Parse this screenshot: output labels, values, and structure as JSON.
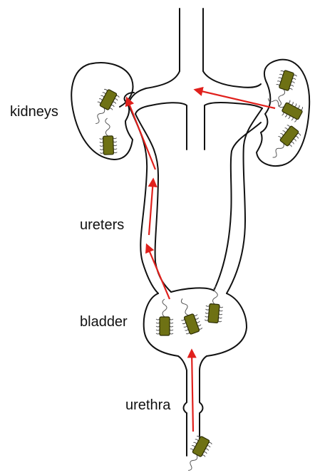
{
  "labels": {
    "kidneys": "kidneys",
    "ureters": "ureters",
    "bladder": "bladder",
    "urethra": "urethra"
  },
  "colors": {
    "outline": "#111111",
    "arrow": "#e0201c",
    "bacterium_fill": "#6e7114",
    "bacterium_stroke": "#2c2d05",
    "flagella": "#555555"
  },
  "icons": {
    "bacterium": "rod-bacterium-with-flagella"
  }
}
